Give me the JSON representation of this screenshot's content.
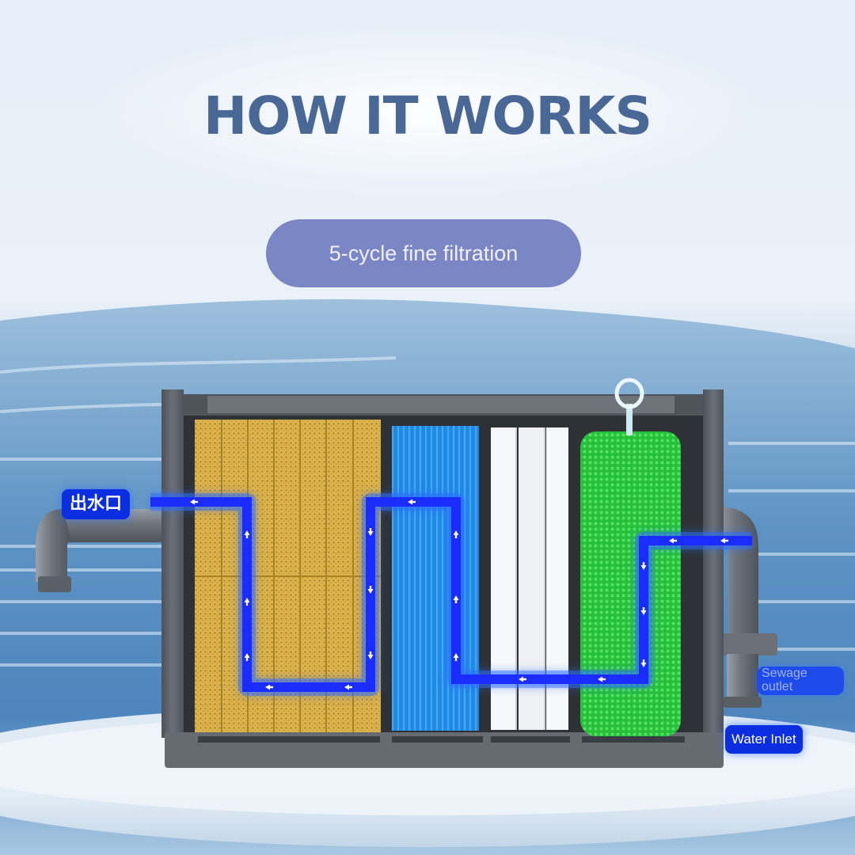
{
  "title": "HOW IT WORKS",
  "subtitle": "5-cycle fine filtration",
  "labels": {
    "outlet": "出水口",
    "sewage_line1": "Sewage",
    "sewage_line2": "outlet",
    "inlet": "Water Inlet"
  },
  "colors": {
    "title": "#4a6896",
    "pill": "#7b86c4",
    "flow": "#1a2cff",
    "tag": "#0a2ee0",
    "housing": "#5c6168",
    "sponge": "#d6ad45",
    "blue_filter": "#1f8ae6",
    "white_filter": "#f7f8fa",
    "bio_brush": "#2fcf43"
  },
  "flow_direction_icon": "arrow-icon"
}
